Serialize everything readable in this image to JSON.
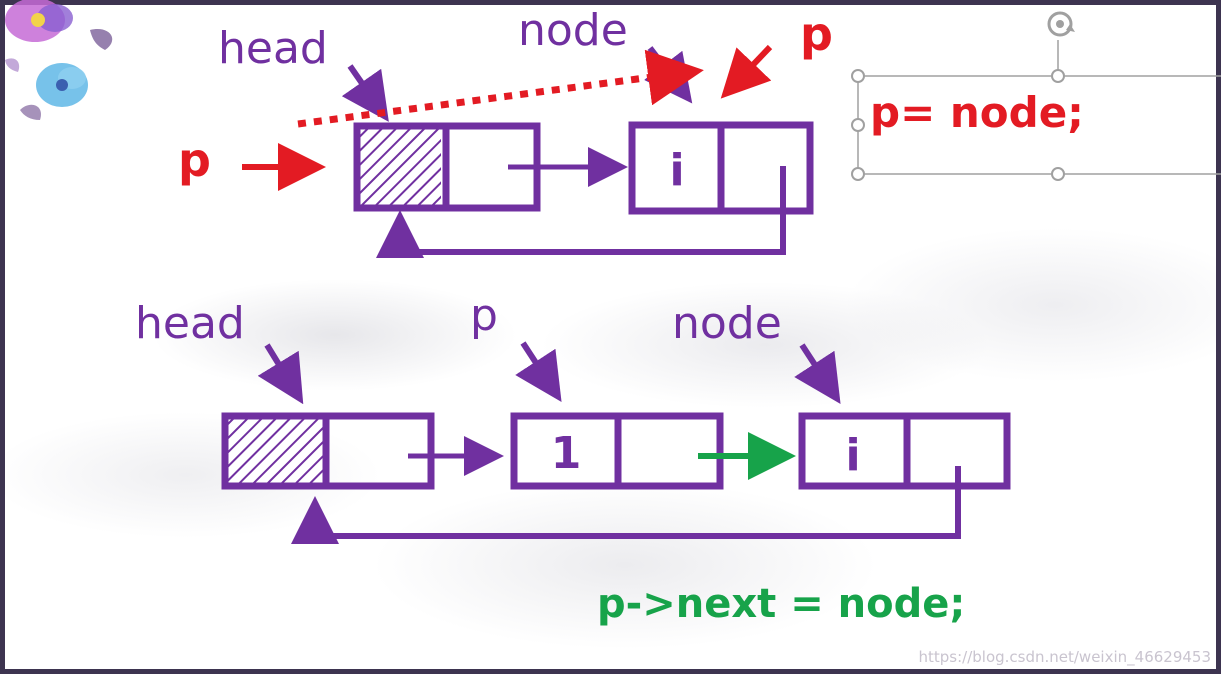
{
  "diagram_top": {
    "label_head": "head",
    "label_node": "node",
    "label_p_left": "p",
    "label_p_right": "p",
    "node_value": "i",
    "code": "p= node;"
  },
  "diagram_bottom": {
    "label_head": "head",
    "label_p": "p",
    "label_node": "node",
    "node1_value": "1",
    "node2_value": "i",
    "code": "p->next = node;"
  },
  "watermark": "https://blog.csdn.net/weixin_46629453",
  "colors": {
    "purple": "#7030a0",
    "red": "#e31b23",
    "green": "#17a34a",
    "frame": "#3d3450",
    "selection": "#a0a0a0"
  }
}
